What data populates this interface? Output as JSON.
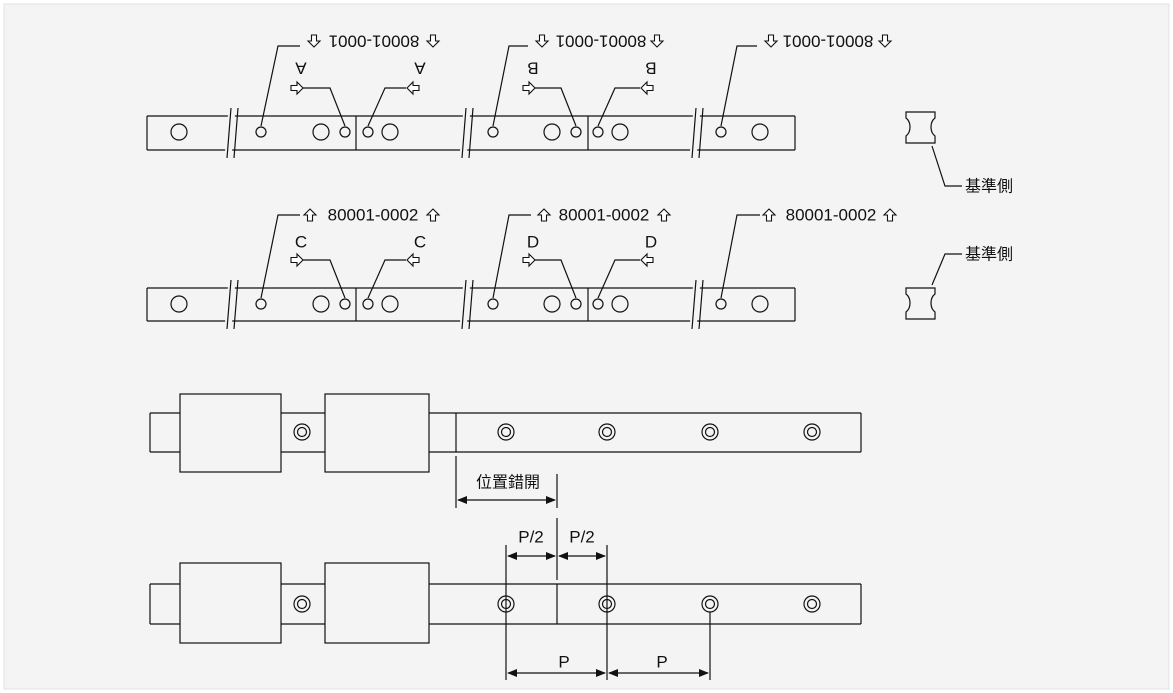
{
  "part_number_top": "80001-0001",
  "part_number_bottom": "80001-0002",
  "joint_marks_top": [
    "A",
    "B"
  ],
  "joint_marks_bottom": [
    "C",
    "D"
  ],
  "reference_side_label": "基準側",
  "offset_label": "位置錯開",
  "half_pitch_label": "P/2",
  "pitch_label": "P",
  "colors": {
    "line": "#111111",
    "background_panel": "#f4f4f4"
  }
}
